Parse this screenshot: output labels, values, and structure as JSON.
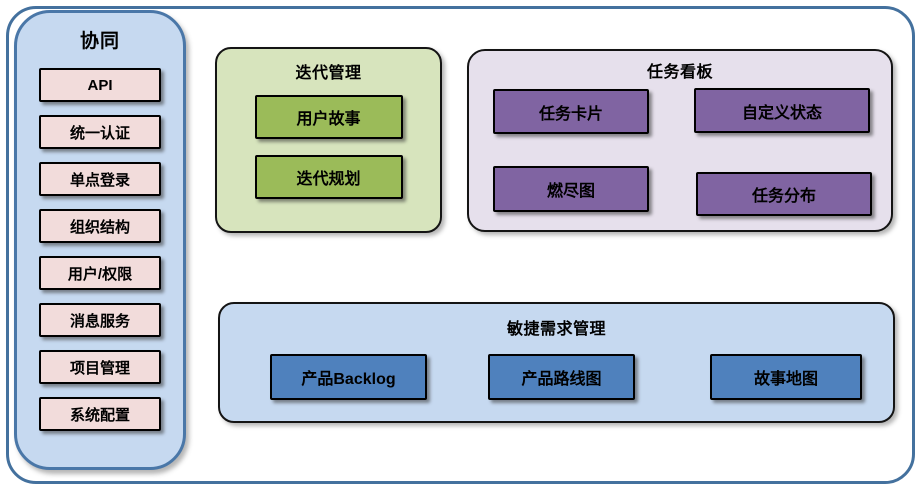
{
  "sidebar": {
    "title": "协同",
    "items": [
      "API",
      "统一认证",
      "单点登录",
      "组织结构",
      "用户/权限",
      "消息服务",
      "项目管理",
      "系统配置"
    ]
  },
  "panels": {
    "iteration": {
      "title": "迭代管理",
      "items": [
        "用户故事",
        "迭代规划"
      ]
    },
    "kanban": {
      "title": "任务看板",
      "items": [
        "任务卡片",
        "自定义状态",
        "燃尽图",
        "任务分布"
      ]
    },
    "requirements": {
      "title": "敏捷需求管理",
      "items": [
        "产品Backlog",
        "产品路线图",
        "故事地图"
      ]
    }
  },
  "colors": {
    "outer_border": "#44719e",
    "sidebar_bg": "#c6d9f0",
    "sidebar_border": "#4a77a8",
    "pink_item": "#f2dcdb",
    "green_panel_bg": "#d7e4bd",
    "green_item": "#9bbb59",
    "purple_panel_bg": "#e6e0ec",
    "purple_item": "#8064a2",
    "blue_panel_bg": "#c6d9f0",
    "blue_item": "#4f81bd",
    "item_border": "#000000",
    "text": "#000000"
  }
}
